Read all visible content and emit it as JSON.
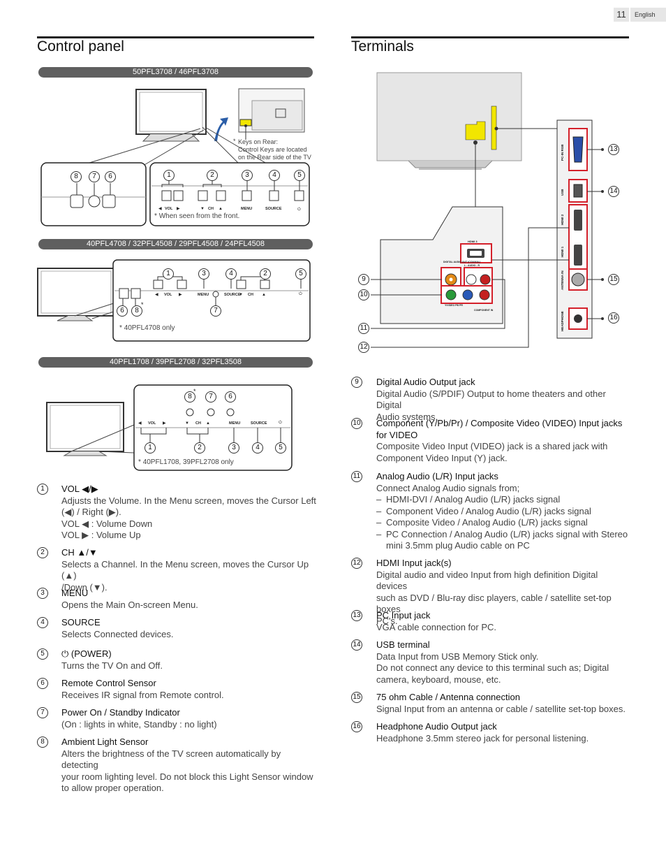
{
  "page": {
    "number": "11",
    "language": "English"
  },
  "control_panel": {
    "title": "Control panel",
    "model_bars": [
      "50PFL3708 / 46PFL3708",
      "40PFL4708 / 32PFL4508 / 29PFL4508 / 24PFL4508",
      "40PFL1708 / 39PFL2708 / 32PFL3508"
    ],
    "rear_note": "Keys on Rear:\nControl Keys are located\non the Rear side of the TV",
    "front_note": "When seen from the front.",
    "note_4708": "40PFL4708 only",
    "note_1708": "40PFL1708, 39PFL2708 only",
    "asterisk": "*",
    "button_labels": {
      "vol": "VOL",
      "ch": "CH",
      "menu": "MENU",
      "source": "SOURCE"
    },
    "items": [
      {
        "num": "1",
        "title": "VOL ◀/▶",
        "body": "Adjusts the Volume. In the Menu screen, moves the Cursor Left\n(◀) / Right (▶).\nVOL ◀ :  Volume Down\nVOL ▶ :  Volume Up"
      },
      {
        "num": "2",
        "title": "CH ▲/▼",
        "body": "Selects a Channel. In the Menu screen, moves the Cursor Up (▲)\n/Down (▼)."
      },
      {
        "num": "3",
        "title": "MENU",
        "body": "Opens the Main On-screen Menu."
      },
      {
        "num": "4",
        "title": "SOURCE",
        "body": "Selects Connected devices."
      },
      {
        "num": "5",
        "title": "⏻ (POWER)",
        "body": "Turns the TV On and Off."
      },
      {
        "num": "6",
        "title": "Remote Control Sensor",
        "body": "Receives IR signal from Remote control."
      },
      {
        "num": "7",
        "title": "Power On / Standby Indicator",
        "body": "(On : lights in white, Standby : no light)"
      },
      {
        "num": "8",
        "title": "Ambient Light Sensor",
        "body": "Alters the brightness of the TV screen automatically by detecting\nyour room lighting level. Do not block this Light Sensor window\nto allow proper operation."
      }
    ]
  },
  "terminals": {
    "title": "Terminals",
    "side_labels": [
      "PC-IN RGB",
      "USB",
      "HDMI 2",
      "HDMI 1",
      "ANTENNA IN",
      "HEADPHONE"
    ],
    "panel_labels": {
      "hdmi3": "HDMI 3",
      "digital": "DIGITAL AUDIO OUT (COAXIAL)",
      "audio_lr": "L - AUDIO - R",
      "ypbpr": "Y/VIDEO   PB   PR",
      "component": "COMPONENT IN"
    },
    "items": [
      {
        "num": "9",
        "title": "Digital Audio Output jack",
        "body": "Digital Audio (S/PDIF) Output to home theaters and other Digital\nAudio systems."
      },
      {
        "num": "10",
        "title": "Component (Y/Pb/Pr) / Composite Video (VIDEO) Input jacks\nfor VIDEO",
        "body": "Composite Video Input (VIDEO) jack is a shared jack with\nComponent Video Input (Y) jack."
      },
      {
        "num": "11",
        "title": "Analog Audio (L/R) Input jacks",
        "body": "Connect Analog Audio signals from;",
        "list": [
          "HDMI-DVI / Analog Audio (L/R) jacks signal",
          "Component Video / Analog Audio (L/R) jacks signal",
          "Composite Video / Analog Audio (L/R) jacks signal",
          "PC Connection / Analog Audio (L/R) jacks signal with Stereo\nmini 3.5mm plug Audio cable on PC"
        ]
      },
      {
        "num": "12",
        "title": "HDMI Input jack(s)",
        "body": "Digital audio and video Input from high definition Digital devices\nsuch as DVD / Blu-ray disc players, cable / satellite set-top boxes\nPC's."
      },
      {
        "num": "13",
        "title": "PC Input jack",
        "body": "VGA cable connection for PC."
      },
      {
        "num": "14",
        "title": "USB terminal",
        "body": "Data Input from USB Memory Stick only.\nDo not connect any device to this terminal such as; Digital\ncamera, keyboard, mouse, etc."
      },
      {
        "num": "15",
        "title": "75 ohm Cable / Antenna connection",
        "body": "Signal Input from an antenna or cable / satellite set-top boxes."
      },
      {
        "num": "16",
        "title": "Headphone Audio Output jack",
        "body": "Headphone 3.5mm stereo jack for personal listening."
      }
    ]
  },
  "colors": {
    "accent_red": "#d4202a",
    "highlight_yellow": "#f2e600",
    "bar_gray": "#5f5f5f"
  }
}
